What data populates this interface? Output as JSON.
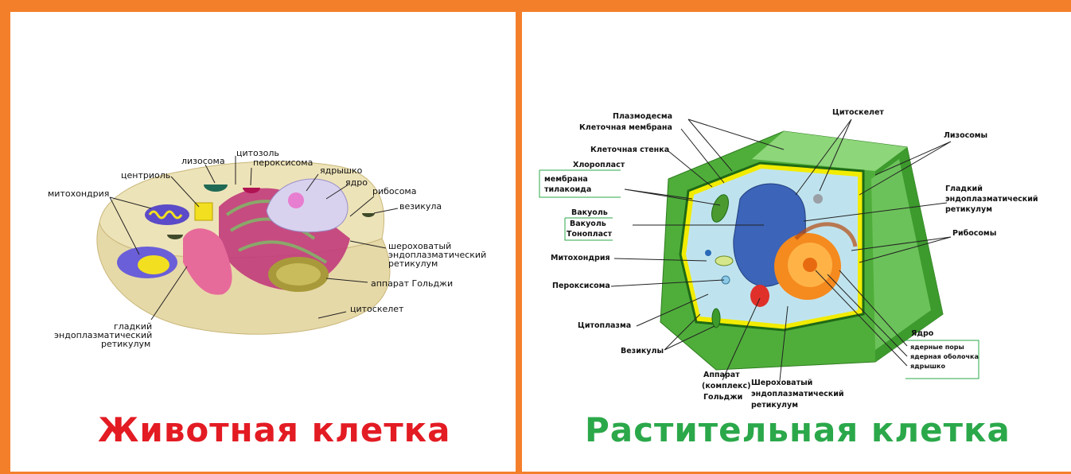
{
  "colors": {
    "frame": "#f47f2a",
    "animal_title": "#e31b23",
    "plant_title": "#2ba84a"
  },
  "animal": {
    "title": "Животная клетка",
    "labels": {
      "lysosome": "лизосома",
      "cytosol": "цитозоль",
      "peroxisome": "пероксисома",
      "centriole": "центриоль",
      "nucleolus": "ядрышко",
      "nucleus": "ядро",
      "mitochondria": "митохондрия",
      "ribosome": "рибосома",
      "vesicle": "везикула",
      "rough_er_1": "шероховатый",
      "rough_er_2": "эндоплазматический",
      "rough_er_3": "ретикулум",
      "golgi": "аппарат Гольджи",
      "cytoskeleton": "цитоскелет",
      "smooth_er_1": "гладкий",
      "smooth_er_2": "эндоплазматический",
      "smooth_er_3": "ретикулум"
    }
  },
  "plant": {
    "title": "Растительная клетка",
    "labels": {
      "plasmodesma": "Плазмодесма",
      "cell_membrane": "Клеточная мембрана",
      "cell_wall": "Клеточная стенка",
      "chloroplast": "Хлоропласт",
      "thylakoid_1": "мембрана",
      "thylakoid_2": "тилакоида",
      "vacuole_group": "Вакуоль",
      "vacuole": "Вакуоль",
      "tonoplast": "Тонопласт",
      "mitochondria": "Митохондрия",
      "peroxisome": "Пероксисома",
      "cytoplasm": "Цитоплазма",
      "vesicles": "Везикулы",
      "golgi_1": "Аппарат",
      "golgi_2": "(комплекс)",
      "golgi_3": "Гольджи",
      "rough_er_1": "Шероховатый",
      "rough_er_2": "эндоплазматический",
      "rough_er_3": "ретикулум",
      "cytoskeleton": "Цитоскелет",
      "lysosomes": "Лизосомы",
      "smooth_er_1": "Гладкий",
      "smooth_er_2": "эндоплазматический",
      "smooth_er_3": "ретикулум",
      "ribosomes": "Рибосомы",
      "nucleus": "Ядро",
      "nuclear_pores": "ядерные поры",
      "nuclear_envelope": "ядерная оболочка",
      "nucleolus": "ядрышко"
    }
  }
}
